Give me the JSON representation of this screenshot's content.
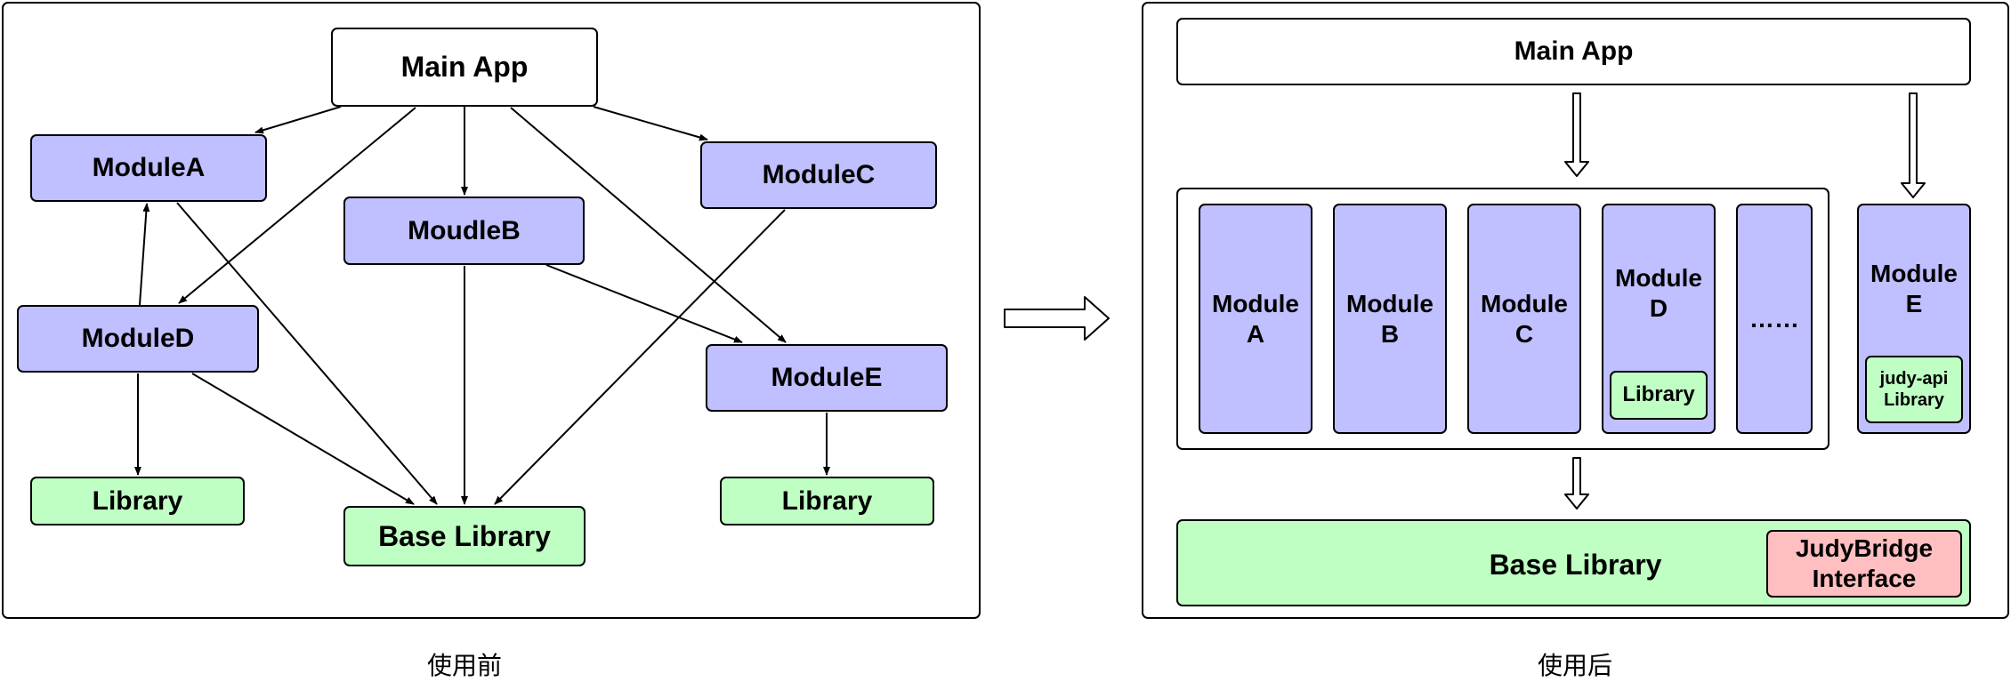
{
  "before": {
    "main_app": "Main App",
    "module_a": "ModuleA",
    "module_b": "MoudleB",
    "module_c": "ModuleC",
    "module_d": "ModuleD",
    "module_e": "ModuleE",
    "library_left": "Library",
    "library_right": "Library",
    "base_library": "Base Library",
    "caption": "使用前"
  },
  "after": {
    "main_app": "Main App",
    "module_a": "Module\nA",
    "module_b": "Module\nB",
    "module_c": "Module\nC",
    "module_d": "Module\nD",
    "module_d_library": "Library",
    "more": "……",
    "module_e": "Module\nE",
    "module_e_library": "judy-api\nLibrary",
    "base_library": "Base Library",
    "bridge": "JudyBridge\nInterface",
    "caption": "使用后"
  },
  "colors": {
    "module": "#c0bfff",
    "library": "#bfffc3",
    "bridge": "#ffbfc0",
    "border": "#000000"
  }
}
